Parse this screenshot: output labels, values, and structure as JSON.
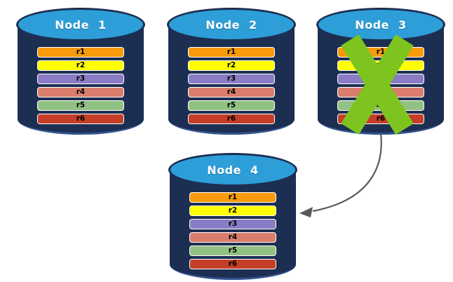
{
  "diagram": {
    "description": "Database replication diagram: failed node replicated to new node",
    "background_color": "#FFFFFF",
    "palette": {
      "cylinder_body": "#1C2E52",
      "cylinder_top_fill": "#2D9ED8",
      "cylinder_outline": "#1C2E52",
      "cylinder_bottom_highlight": "#31528C",
      "row_border": "#FFFFFF",
      "row_text": "#000000",
      "title_text": "#FFFFFF"
    },
    "failure_mark": {
      "on_node": "Node 3",
      "shape": "x-cross",
      "color": "#7DC41E"
    },
    "arrow": {
      "from": "Node 3",
      "to": "Node 4",
      "color": "#595959"
    },
    "nodes": [
      {
        "id": "node-1",
        "label": "Node 1",
        "failed": false,
        "rows": [
          {
            "label": "r1",
            "color": "#F89A0B"
          },
          {
            "label": "r2",
            "color": "#FFFF00"
          },
          {
            "label": "r3",
            "color": "#8A7CC5"
          },
          {
            "label": "r4",
            "color": "#DB7D6D"
          },
          {
            "label": "r5",
            "color": "#92C283"
          },
          {
            "label": "r6",
            "color": "#C43E28"
          }
        ]
      },
      {
        "id": "node-2",
        "label": "Node 2",
        "failed": false,
        "rows": [
          {
            "label": "r1",
            "color": "#F89A0B"
          },
          {
            "label": "r2",
            "color": "#FFFF00"
          },
          {
            "label": "r3",
            "color": "#8A7CC5"
          },
          {
            "label": "r4",
            "color": "#DB7D6D"
          },
          {
            "label": "r5",
            "color": "#92C283"
          },
          {
            "label": "r6",
            "color": "#C43E28"
          }
        ]
      },
      {
        "id": "node-3",
        "label": "Node 3",
        "failed": true,
        "rows": [
          {
            "label": "r1",
            "color": "#F89A0B"
          },
          {
            "label": "r2",
            "color": "#FFFF00"
          },
          {
            "label": "r3",
            "color": "#8A7CC5"
          },
          {
            "label": "r4",
            "color": "#DB7D6D"
          },
          {
            "label": "r5",
            "color": "#92C283"
          },
          {
            "label": "r6",
            "color": "#C43E28"
          }
        ]
      },
      {
        "id": "node-4",
        "label": "Node 4",
        "failed": false,
        "rows": [
          {
            "label": "r1",
            "color": "#F89A0B"
          },
          {
            "label": "r2",
            "color": "#FFFF00"
          },
          {
            "label": "r3",
            "color": "#8A7CC5"
          },
          {
            "label": "r4",
            "color": "#DB7D6D"
          },
          {
            "label": "r5",
            "color": "#92C283"
          },
          {
            "label": "r6",
            "color": "#C43E28"
          }
        ]
      }
    ]
  }
}
